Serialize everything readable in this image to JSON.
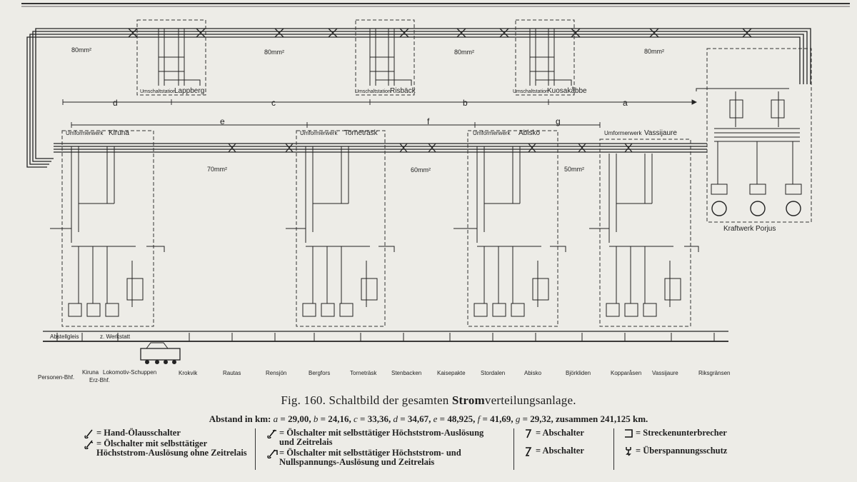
{
  "diagram": {
    "cables": [
      "80mm²",
      "80mm²",
      "80mm²",
      "80mm²",
      "70mm²",
      "60mm²",
      "50mm²"
    ],
    "upper_stations": [
      {
        "prefix": "Umschaltstation",
        "name": "Lappberg"
      },
      {
        "prefix": "Umschaltstation",
        "name": "Risbäck"
      },
      {
        "prefix": "Umschaltstation",
        "name": "Kuosakåbbe"
      }
    ],
    "distance_letters": [
      "d",
      "c",
      "b",
      "a",
      "e",
      "f",
      "g"
    ],
    "converters": [
      {
        "prefix": "Umformerwerk",
        "name": "Kiruna"
      },
      {
        "prefix": "Umformerwerk",
        "name": "Torneträsk"
      },
      {
        "prefix": "Umformerwerk",
        "name": "Abisko"
      },
      {
        "prefix": "Umformerwerk",
        "name": "Vassijaure"
      }
    ],
    "power_plant": "Kraftwerk Porjus",
    "stations": [
      "Abstellgleis",
      "z. Werkstatt",
      "Personen-Bhf.",
      "Kiruna",
      "Erz-Bhf.",
      "Lokomotiv-Schuppen",
      "Krokvik",
      "Rautas",
      "Rensjön",
      "Bergfors",
      "Torneträsk",
      "Stenbacken",
      "Kaisepakte",
      "Stordalen",
      "Abisko",
      "Björkliden",
      "Kopparåsen",
      "Vassijaure",
      "Riksgränsen"
    ]
  },
  "caption": {
    "prefix": "Fig. 160. Schaltbild der gesamten ",
    "bold": "Strom",
    "suffix": "verteilungsanlage."
  },
  "distances": {
    "label": "Abstand in km:",
    "items": [
      {
        "letter": "a",
        "value": "29,00"
      },
      {
        "letter": "b",
        "value": "24,16"
      },
      {
        "letter": "c",
        "value": "33,36"
      },
      {
        "letter": "d",
        "value": "34,67"
      },
      {
        "letter": "e",
        "value": "48,925"
      },
      {
        "letter": "f",
        "value": "41,69"
      },
      {
        "letter": "g",
        "value": "29,32"
      }
    ],
    "total": "zusammen 241,125 km."
  },
  "legend": {
    "col1": [
      "= Hand-Ölausschalter",
      "= Ölschalter mit selbsttätiger Höchststrom-Auslösung ohne Zeitrelais"
    ],
    "col2": [
      "= Ölschalter mit selbsttätiger Höchststrom-Auslösung und Zeitrelais",
      "= Ölschalter mit selbsttätiger Höchststrom- und Nullspannungs-Auslösung und Zeitrelais"
    ],
    "col3": [
      "= Abschalter",
      "= Abschalter"
    ],
    "col4": [
      "= Streckenunterbrecher",
      "= Überspannungsschutz"
    ]
  }
}
